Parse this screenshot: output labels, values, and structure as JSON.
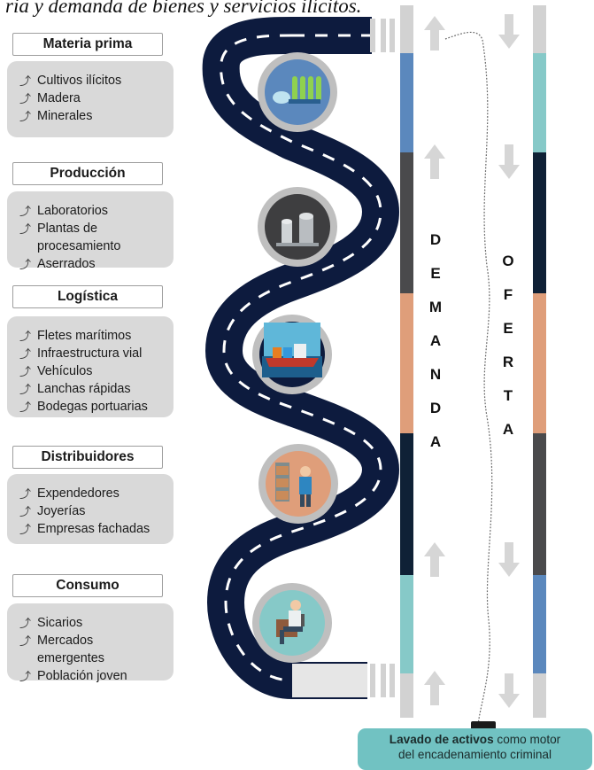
{
  "title": "ria y demanda de bienes y servicios ilícitos.",
  "stages": [
    {
      "label": "Materia prima",
      "items": [
        "Cultivos ilícitos",
        "Madera",
        "Minerales"
      ],
      "icon": "chemistry-lab-icon"
    },
    {
      "label": "Producción",
      "items": [
        "Laboratorios",
        "Plantas de\nprocesamiento",
        "Aserrados"
      ],
      "icon": "processing-plant-icon"
    },
    {
      "label": "Logística",
      "items": [
        "Fletes marítimos",
        "Infraestructura vial",
        "Vehículos",
        "Lanchas rápidas",
        "Bodegas portuarias"
      ],
      "icon": "cargo-ship-icon"
    },
    {
      "label": "Distribuidores",
      "items": [
        "Expendedores",
        "Joyerías",
        "Empresas fachadas"
      ],
      "icon": "warehouse-worker-icon"
    },
    {
      "label": "Consumo",
      "items": [
        "Sicarios",
        "Mercados\nemergentes",
        "Población joven"
      ],
      "icon": "hitman-icon"
    }
  ],
  "item_icon": "curved-arrow-icon",
  "demanda": {
    "letters": [
      "D",
      "E",
      "M",
      "A",
      "N",
      "D",
      "A"
    ]
  },
  "oferta": {
    "letters": [
      "O",
      "F",
      "E",
      "R",
      "T",
      "A"
    ]
  },
  "band_colors": {
    "demanda": [
      "#5b88bd",
      "#4a4a4c",
      "#df9e7a",
      "#0f2136",
      "#86c9c8"
    ],
    "oferta": [
      "#86c9c8",
      "#0f2136",
      "#df9e7a",
      "#4a4a4c",
      "#5b88bd"
    ]
  },
  "colors": {
    "road": "#0d1b3e",
    "road_ring": "#bfbfbf",
    "arrow": "#d6d6d6",
    "footer": "#71c2c2"
  },
  "footer": {
    "bold": "Lavado de activos",
    "rest": " como motor",
    "line2": "del encadenamiento criminal"
  }
}
